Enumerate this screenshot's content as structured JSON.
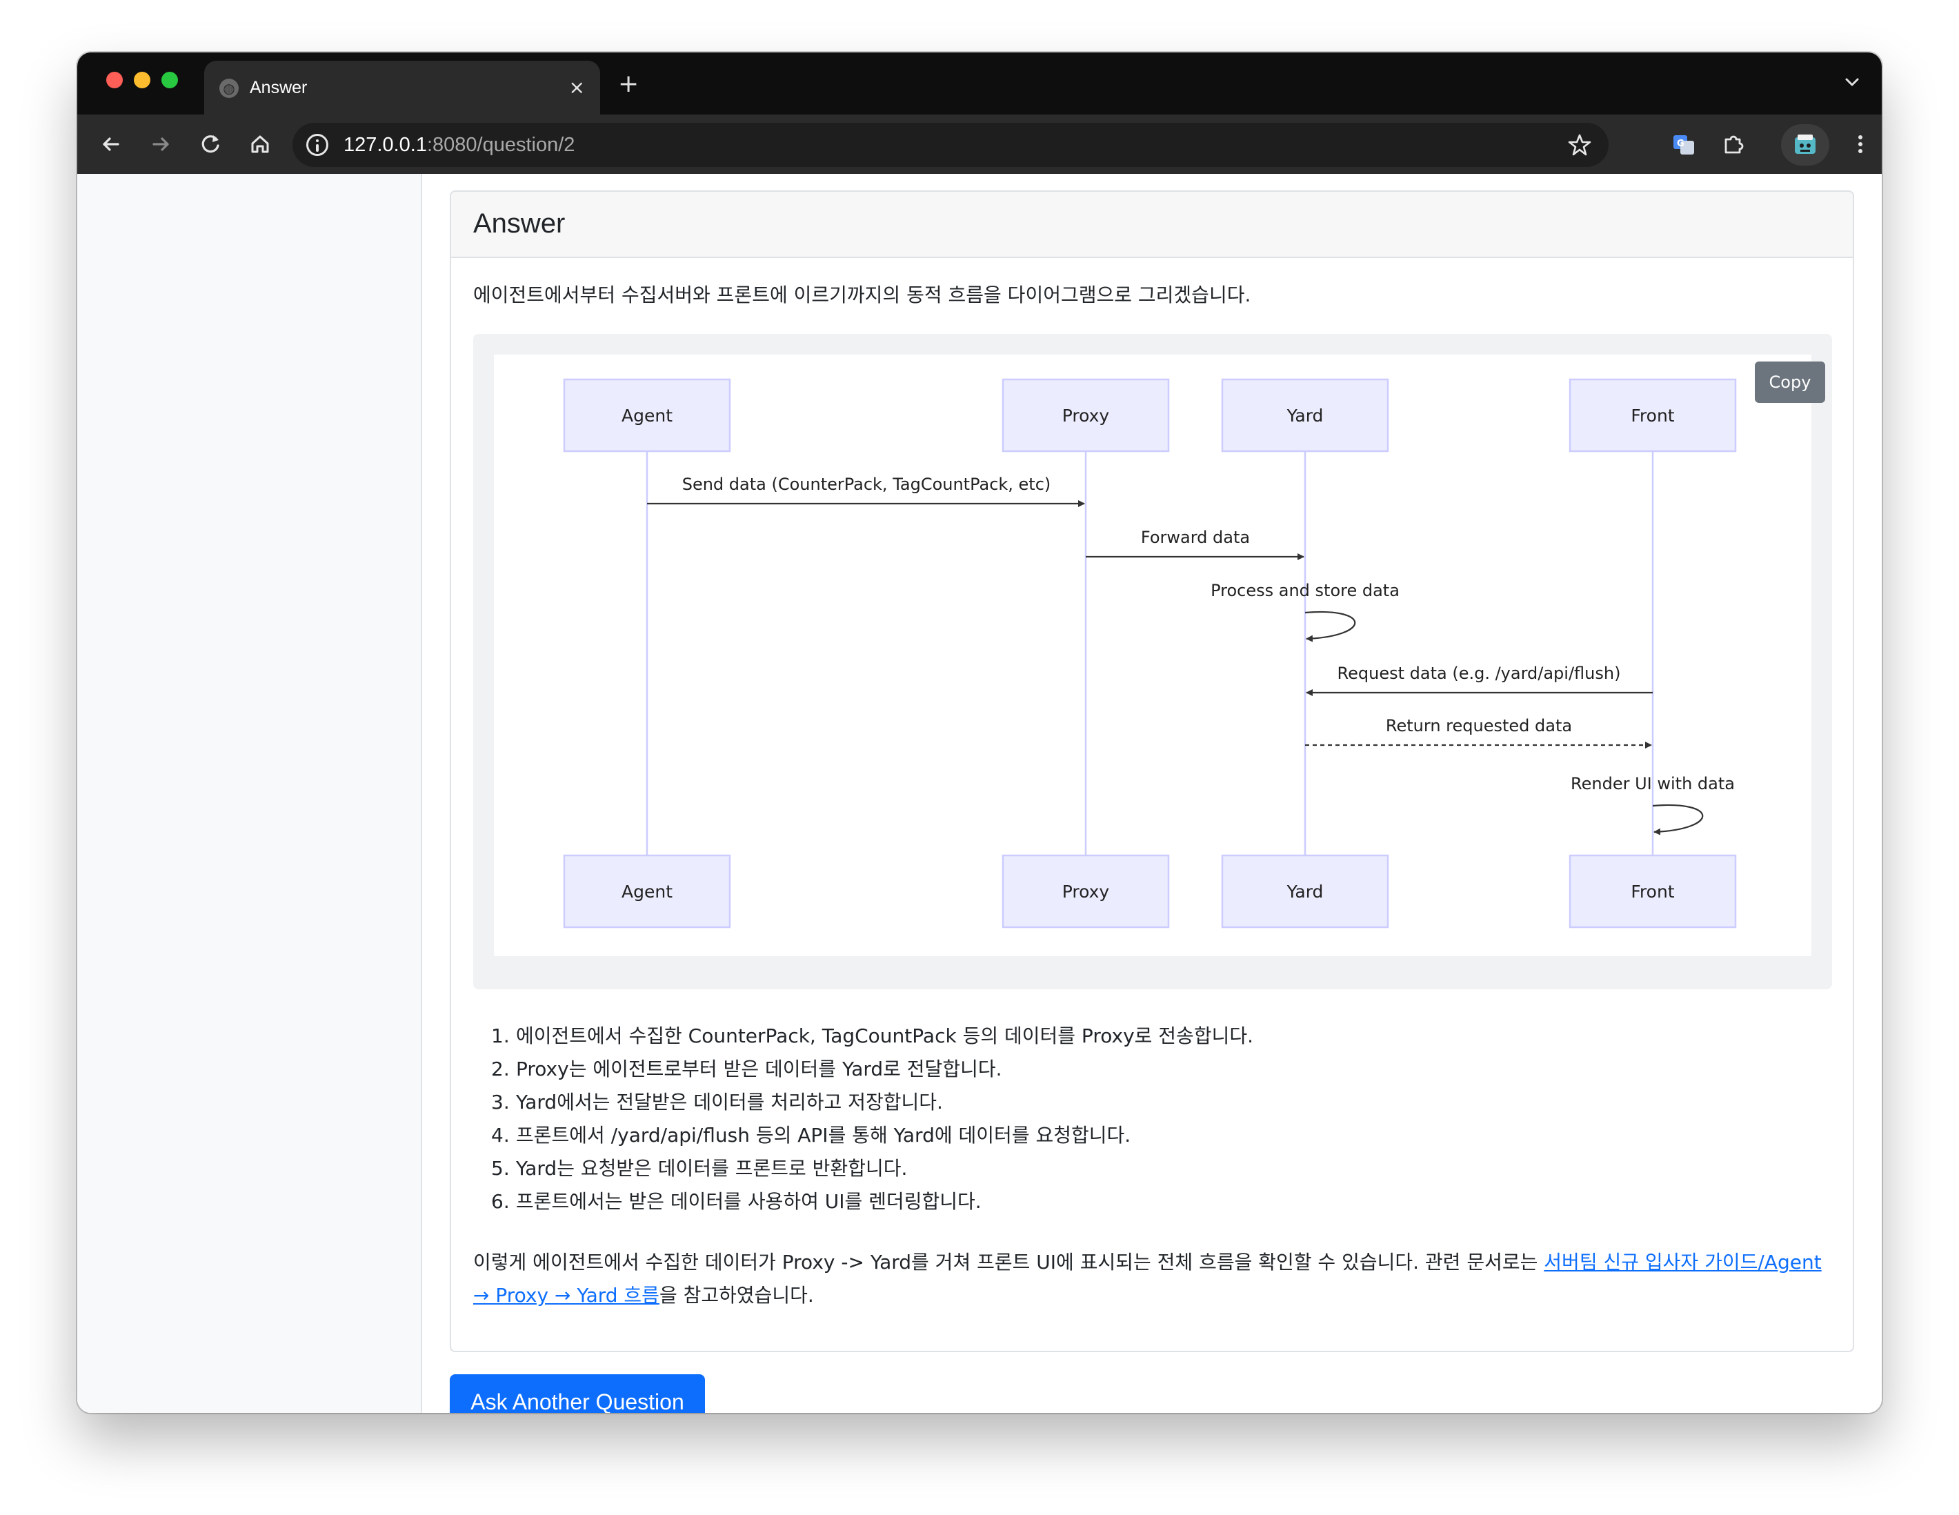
{
  "browser": {
    "tab_title": "Answer",
    "tab_close": "×",
    "new_tab": "+",
    "url_host": "127.0.0.1",
    "url_rest": ":8080/question/2"
  },
  "card": {
    "title": "Answer",
    "intro": "에이전트에서부터 수집서버와 프론트에 이르기까지의 동적 흐름을 다이어그램으로 그리겠습니다.",
    "copy_label": "Copy"
  },
  "diagram": {
    "participants": [
      "Agent",
      "Proxy",
      "Yard",
      "Front"
    ],
    "messages": [
      {
        "from": "Agent",
        "to": "Proxy",
        "label": "Send data (CounterPack, TagCountPack, etc)",
        "style": "solid"
      },
      {
        "from": "Proxy",
        "to": "Yard",
        "label": "Forward data",
        "style": "solid"
      },
      {
        "from": "Yard",
        "to": "Yard",
        "label": "Process and store data",
        "style": "solid"
      },
      {
        "from": "Front",
        "to": "Yard",
        "label": "Request data (e.g. /yard/api/flush)",
        "style": "solid"
      },
      {
        "from": "Yard",
        "to": "Front",
        "label": "Return requested data",
        "style": "dashed"
      },
      {
        "from": "Front",
        "to": "Front",
        "label": "Render UI with data",
        "style": "solid"
      }
    ]
  },
  "steps": [
    {
      "num": "1.",
      "text": "에이전트에서 수집한 CounterPack, TagCountPack 등의 데이터를 Proxy로 전송합니다."
    },
    {
      "num": "2.",
      "text": "Proxy는 에이전트로부터 받은 데이터를 Yard로 전달합니다."
    },
    {
      "num": "3.",
      "text": "Yard에서는 전달받은 데이터를 처리하고 저장합니다."
    },
    {
      "num": "4.",
      "text": "프론트에서 /yard/api/flush 등의 API를 통해 Yard에 데이터를 요청합니다."
    },
    {
      "num": "5.",
      "text": "Yard는 요청받은 데이터를 프론트로 반환합니다."
    },
    {
      "num": "6.",
      "text": "프론트에서는 받은 데이터를 사용하여 UI를 렌더링합니다."
    }
  ],
  "summary": {
    "text_before": "이렇게 에이전트에서 수집한 데이터가 Proxy -> Yard를 거쳐 프론트 UI에 표시되는 전체 흐름을 확인할 수 있습니다. 관련 문서로는 ",
    "link_text": "서버팀 신규 입사자 가이드/Agent → Proxy → Yard 흐름",
    "text_after": "을 참고하였습니다."
  },
  "ask_button": "Ask Another Question",
  "colors": {
    "primary": "#0d6efd",
    "participant_fill": "#ececff",
    "participant_stroke": "#ccccff",
    "copy_button": "#6c757d"
  }
}
